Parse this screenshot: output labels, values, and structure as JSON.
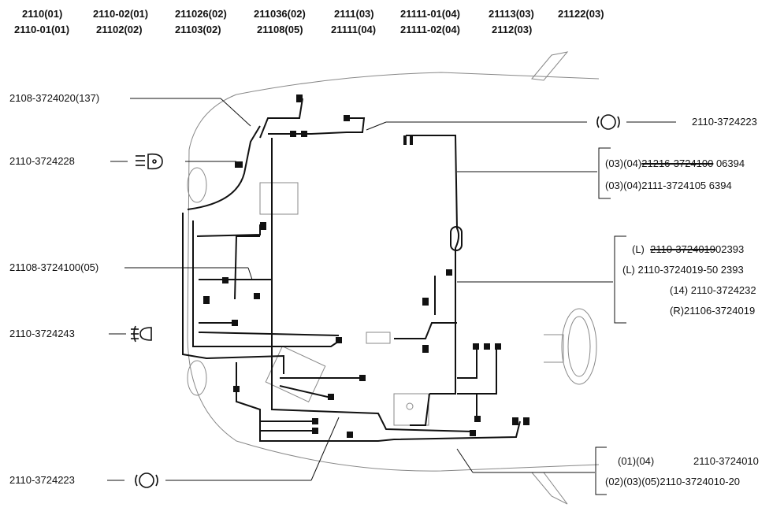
{
  "header": {
    "models": [
      "2110(01)",
      "2110-02(01)",
      "211026(02)",
      "211036(02)",
      "2111(03)",
      "21111-01(04)",
      "21113(03)",
      "21122(03)",
      "2110-01(01)",
      "21102(02)",
      "21103(02)",
      "21108(05)",
      "21111(04)",
      "21111-02(04)",
      "2112(03)"
    ]
  },
  "left_labels": {
    "l1": "2108-3724020(137)",
    "l2": "2110-3724228",
    "l3": "21108-3724100(05)",
    "l4": "2110-3724243",
    "l5": "2110-3724223"
  },
  "right_labels": {
    "r1": "2110-3724223",
    "group1": {
      "line1_prefix": "(03)(04)",
      "line1_struck": "21216-3724100",
      "line1_suffix": " 06394",
      "line2": "(03)(04)2111-3724105 6394"
    },
    "group2": {
      "line1_prefix": "(L)",
      "line1_struck": "2110-3724019",
      "line1_suffix": "02393",
      "line2": "(L)  2110-3724019-50 2393",
      "line3": "(14) 2110-3724232",
      "line4": "(R)21106-3724019"
    },
    "group3": {
      "line1_a": "(01)(04)",
      "line1_b": "2110-3724010",
      "line2": "(02)(03)(05)2110-3724010-20"
    }
  },
  "icons": {
    "brake_icon": "brake-warning-icon",
    "headlight_icon": "headlight-washer-icon",
    "fog_icon": "rear-fog-light-icon"
  }
}
